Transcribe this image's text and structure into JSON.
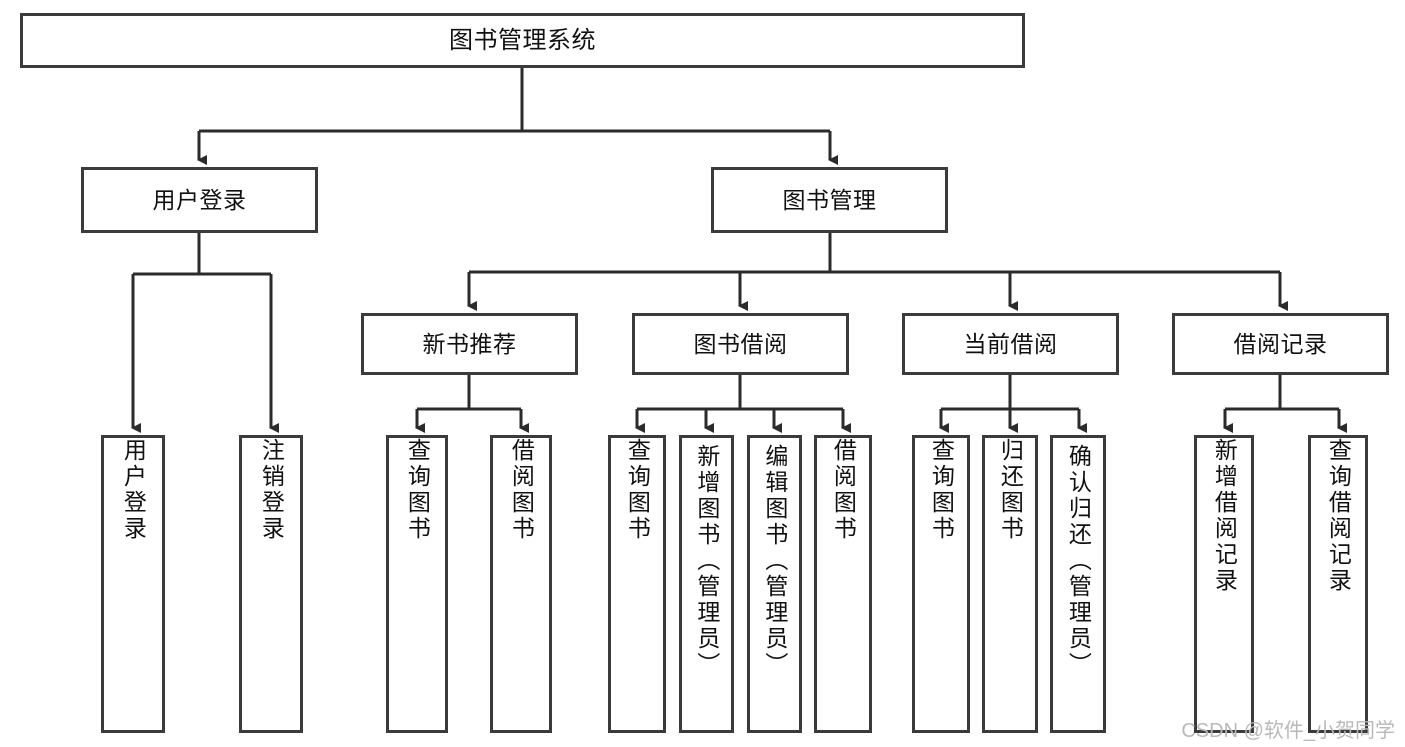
{
  "diagram": {
    "type": "tree",
    "title": "图书管理系统",
    "background_color": "#ffffff",
    "border_color": "#3b3b3b",
    "text_color": "#111111",
    "root": {
      "label": "图书管理系统"
    },
    "level2": [
      {
        "label": "用户登录"
      },
      {
        "label": "图书管理"
      }
    ],
    "level3": [
      {
        "label": "新书推荐"
      },
      {
        "label": "图书借阅"
      },
      {
        "label": "当前借阅"
      },
      {
        "label": "借阅记录"
      }
    ],
    "leaves": [
      {
        "label": "用户登录",
        "parent": "用户登录"
      },
      {
        "label": "注销登录",
        "parent": "用户登录"
      },
      {
        "label": "查询图书",
        "parent": "新书推荐"
      },
      {
        "label": "借阅图书",
        "parent": "新书推荐"
      },
      {
        "label": "查询图书",
        "parent": "图书借阅"
      },
      {
        "label": "新增图书（管理员）",
        "parent": "图书借阅"
      },
      {
        "label": "编辑图书（管理员）",
        "parent": "图书借阅"
      },
      {
        "label": "借阅图书",
        "parent": "图书借阅"
      },
      {
        "label": "查询图书",
        "parent": "当前借阅"
      },
      {
        "label": "归还图书",
        "parent": "当前借阅"
      },
      {
        "label": "确认归还（管理员）",
        "parent": "当前借阅"
      },
      {
        "label": "新增借阅记录",
        "parent": "借阅记录"
      },
      {
        "label": "查询借阅记录",
        "parent": "借阅记录"
      }
    ]
  },
  "watermark": {
    "text": "CSDN @软件_小贺同学",
    "color": "#b9b9b9"
  }
}
